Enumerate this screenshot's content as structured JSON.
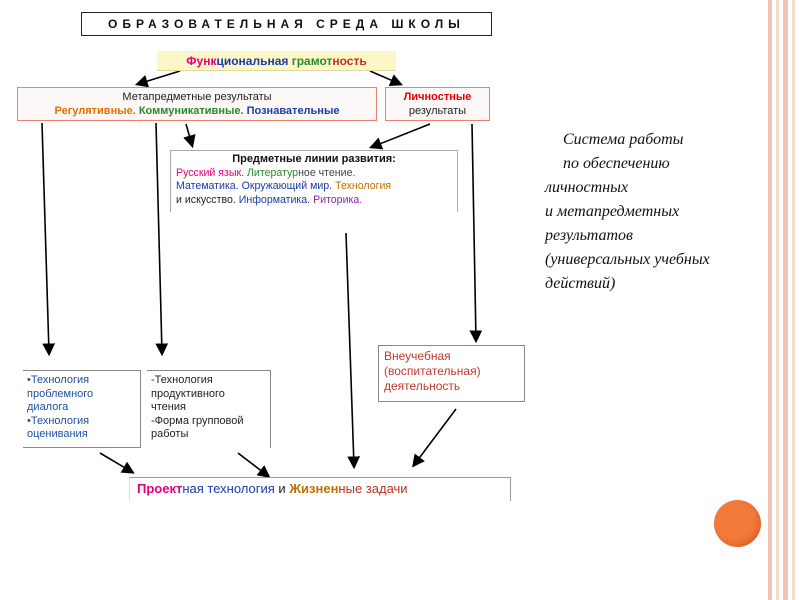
{
  "title": "ОБРАЗОВАТЕЛЬНАЯ СРЕДА ШКОЛЫ",
  "functional": [
    {
      "text": "Функ",
      "color": "#e0007a"
    },
    {
      "text": "циональная ",
      "color": "#1a3ca8"
    },
    {
      "text": "грамот",
      "color": "#2a8a2a"
    },
    {
      "text": "ность",
      "color": "#c03020"
    }
  ],
  "meta": {
    "line1": "Метапредметные результаты",
    "regulative": "Регулятивные.",
    "communicative": "Коммуникативные.",
    "cognitive": "Познавательные"
  },
  "personal": {
    "line1": "Личностные",
    "line2": "результаты"
  },
  "subjects": {
    "heading": "Предметные линии развития:",
    "lines": [
      [
        {
          "text": "Русский язык. ",
          "color": "#e0007a"
        },
        {
          "text": "Литератур",
          "color": "#2a8a2a"
        },
        {
          "text": "ное чтение.",
          "color": "#444444"
        }
      ],
      [
        {
          "text": "Математика. ",
          "color": "#1a3ca8"
        },
        {
          "text": "Окружающий мир. ",
          "color": "#1a3ca8"
        },
        {
          "text": "Технология",
          "color": "#c07000"
        }
      ],
      [
        {
          "text": "и искусство. ",
          "color": "#222222"
        },
        {
          "text": "Информатика. ",
          "color": "#1a3ca8"
        },
        {
          "text": "Риторика.",
          "color": "#8a2aa8"
        }
      ]
    ]
  },
  "tech1": [
    "•Технология",
    "проблемного",
    "диалога",
    "•Технология",
    "оценивания"
  ],
  "tech2": [
    "-Технология",
    "продуктивного",
    "чтения",
    "-Форма групповой",
    "работы"
  ],
  "extracurricular": [
    "Внеучебная",
    "(воспитательная)",
    "деятельность"
  ],
  "project": [
    {
      "text": "Проект",
      "color": "#e0007a",
      "bold": true
    },
    {
      "text": "ная технология ",
      "color": "#1a3ca8",
      "bold": false
    },
    {
      "text": "и ",
      "color": "#222222",
      "bold": false
    },
    {
      "text": "Жизнен",
      "color": "#c07000",
      "bold": true
    },
    {
      "text": "ные задачи",
      "color": "#c03020",
      "bold": false
    }
  ],
  "side_text": [
    "Система работы",
    "по обеспечению",
    "личностных",
    "и метапредметных",
    "результатов",
    "(универсальных учебных",
    "действий)"
  ],
  "colors": {
    "regulative": "#e07000",
    "communicative": "#2a8a2a",
    "cognitive": "#1a3ca8",
    "stripes": "#f6c9c0",
    "circle": "#f47a3c"
  }
}
